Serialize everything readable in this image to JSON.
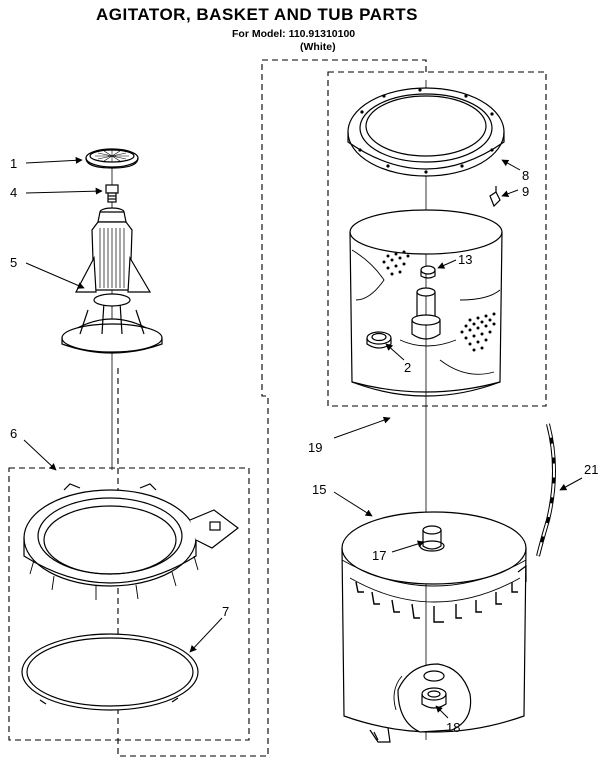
{
  "title": "AGITATOR, BASKET AND TUB PARTS",
  "model_line": "For Model: 110.91310100",
  "color_line": "(White)",
  "callouts": {
    "c1": "1",
    "c2": "2",
    "c4": "4",
    "c5": "5",
    "c6": "6",
    "c7": "7",
    "c8": "8",
    "c9": "9",
    "c13": "13",
    "c15": "15",
    "c17": "17",
    "c18": "18",
    "c19": "19",
    "c21": "21"
  }
}
